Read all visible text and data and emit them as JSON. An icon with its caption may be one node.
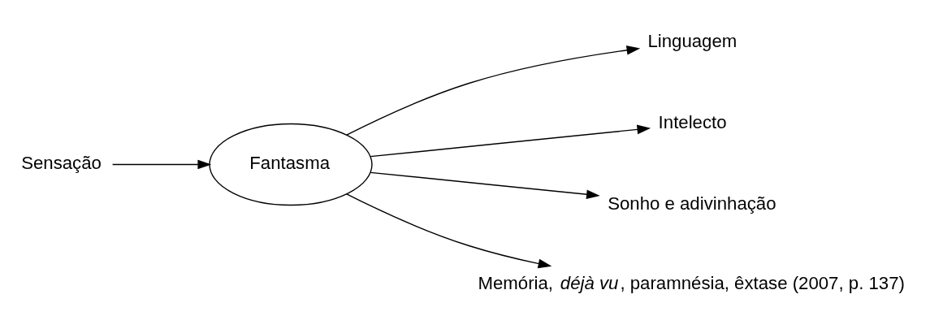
{
  "diagram": {
    "nodes": [
      {
        "text": [
          "Linguagem"
        ]
      },
      {
        "text": [
          "Intelecto"
        ]
      },
      {
        "text": [
          "Sensação"
        ]
      },
      {
        "text": [
          "Fantasma"
        ]
      },
      {
        "text": [
          "Sonho e adivinhação"
        ]
      },
      {
        "text": [
          "Memória, *déjà vu*, paramnésia, êxtase (2007, p. 137)"
        ]
      }
    ],
    "edges": [
      {
        "from": 2,
        "to": 3,
        "arrow": "to"
      },
      {
        "from": 3,
        "to": 0,
        "arrow": "to"
      },
      {
        "from": 3,
        "to": 1,
        "arrow": "to"
      },
      {
        "from": 3,
        "to": 4,
        "arrow": "to"
      },
      {
        "from": 3,
        "to": 5,
        "arrow": "to"
      }
    ]
  }
}
